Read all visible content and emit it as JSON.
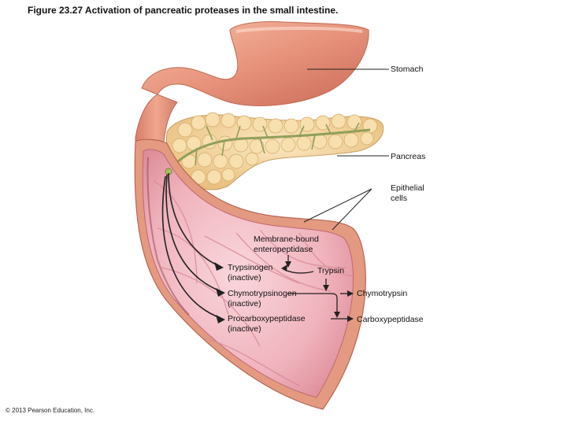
{
  "title": "Figure 23.27  Activation of pancreatic proteases in the small intestine.",
  "labels": {
    "stomach": "Stomach",
    "pancreas": "Pancreas",
    "epithelial_line1": "Epithelial",
    "epithelial_line2": "cells",
    "membrane_line1": "Membrane-bound",
    "membrane_line2": "enteropeptidase",
    "trypsinogen_line1": "Trypsinogen",
    "trypsinogen_line2": "(inactive)",
    "trypsin": "Trypsin",
    "chymotrypsinogen_line1": "Chymotrypsinogen",
    "chymotrypsinogen_line2": "(inactive)",
    "chymotrypsin": "Chymotrypsin",
    "procarboxypeptidase_line1": "Procarboxypeptidase",
    "procarboxypeptidase_line2": "(inactive)",
    "carboxypeptidase": "Carboxypeptidase"
  },
  "copyright": "© 2013 Pearson Education, Inc.",
  "colors": {
    "stomach": "#e8937c",
    "intestine_outer": "#e39a80",
    "intestine_inner": "#f2b7c0",
    "pancreas": "#f4d7a0",
    "duct": "#8fa05a"
  }
}
